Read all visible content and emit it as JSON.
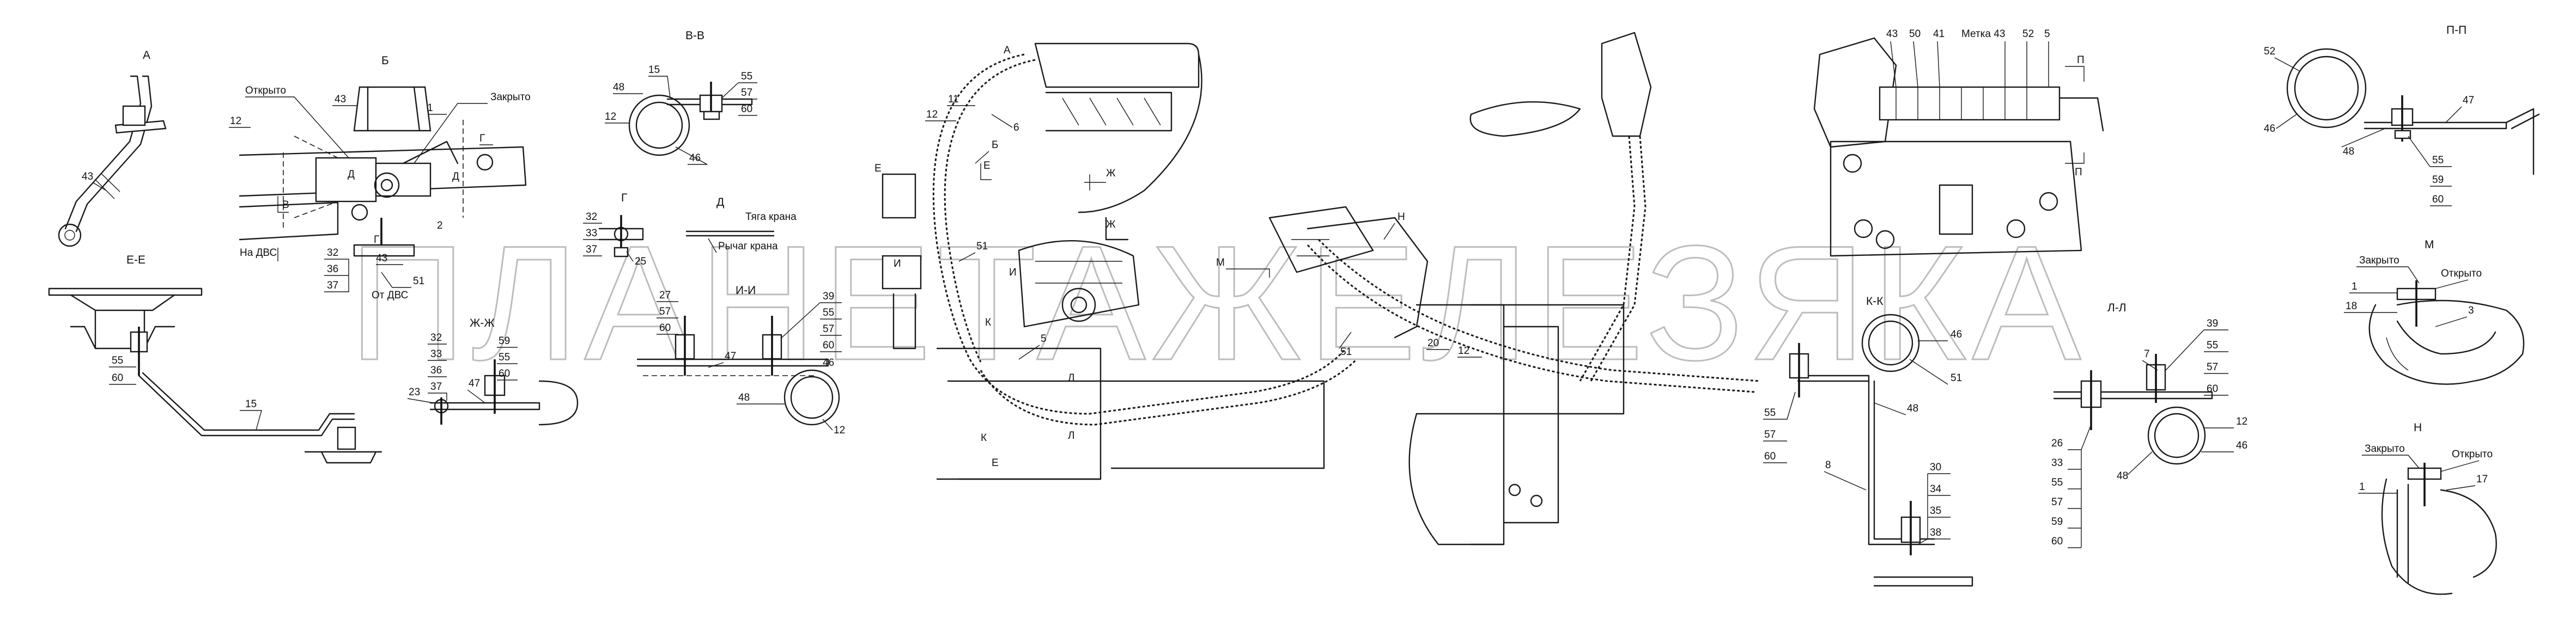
{
  "watermark": "ПЛАНЕТАЖЕЛЕЗЯКА",
  "views": {
    "A": {
      "title": "А",
      "labels": [
        "43"
      ]
    },
    "EE": {
      "title": "Е-Е",
      "labels": [
        "55",
        "60",
        "15"
      ]
    },
    "B": {
      "title": "Б",
      "labels": [
        "Открыто",
        "Закрыто",
        "43",
        "11",
        "12",
        "Г",
        "Д",
        "2",
        "В",
        "На ДВС",
        "32",
        "36",
        "37",
        "Г",
        "43",
        "51",
        "От ДВС",
        "Д"
      ]
    },
    "VV": {
      "title": "В-В",
      "labels": [
        "15",
        "48",
        "12",
        "46",
        "55",
        "57",
        "60"
      ]
    },
    "G": {
      "title": "Г",
      "labels": [
        "32",
        "33",
        "37",
        "25"
      ]
    },
    "D": {
      "title": "Д",
      "labels": [
        "Тяга крана",
        "Рычаг крана"
      ]
    },
    "ZhZh": {
      "title": "Ж-Ж",
      "labels": [
        "32",
        "33",
        "36",
        "37",
        "23",
        "47",
        "59",
        "55",
        "60"
      ]
    },
    "II": {
      "title": "И-И",
      "labels": [
        "27",
        "57",
        "60",
        "47",
        "39",
        "55",
        "57",
        "60",
        "46",
        "48",
        "12"
      ]
    },
    "main1": {
      "labels": [
        "А",
        "11",
        "12",
        "6",
        "Б",
        "Е",
        "Е",
        "Ж",
        "Ж",
        "51",
        "И",
        "И",
        "К",
        "5",
        "Л",
        "Л",
        "К",
        "Е"
      ]
    },
    "main2": {
      "labels": [
        "Н",
        "М",
        "20",
        "12",
        "51"
      ]
    },
    "top_right": {
      "labels": [
        "43",
        "50",
        "41",
        "Метка 43",
        "52",
        "5",
        "П",
        "П"
      ]
    },
    "KK": {
      "title": "К-К",
      "labels": [
        "46",
        "51",
        "48",
        "55",
        "57",
        "60",
        "8"
      ]
    },
    "bottom_mid": {
      "labels": [
        "30",
        "34",
        "35",
        "38"
      ]
    },
    "LL": {
      "title": "Л-Л",
      "labels": [
        "7",
        "39",
        "55",
        "57",
        "60",
        "26",
        "33",
        "55",
        "57",
        "59",
        "60",
        "48",
        "12",
        "46"
      ]
    },
    "PP": {
      "title": "П-П",
      "labels": [
        "52",
        "46",
        "47",
        "48",
        "55",
        "59",
        "60"
      ]
    },
    "M": {
      "title": "М",
      "labels": [
        "Закрыто",
        "Открыто",
        "1",
        "18",
        "3"
      ]
    },
    "N": {
      "title": "Н",
      "labels": [
        "Закрыто",
        "Открыто",
        "1",
        "17"
      ]
    }
  }
}
